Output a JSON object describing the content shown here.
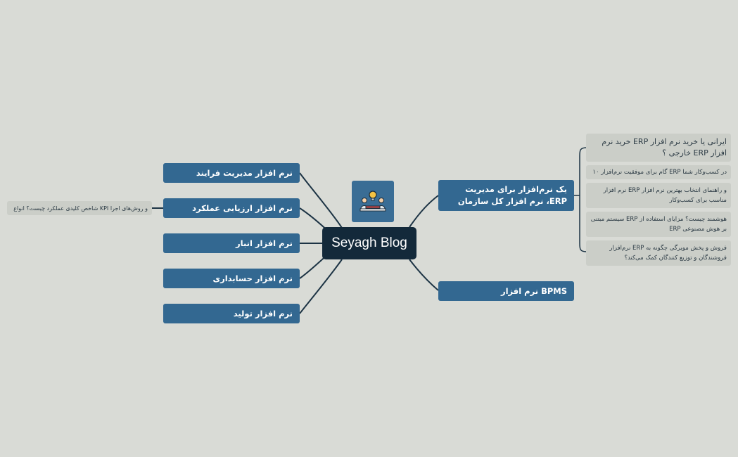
{
  "center": {
    "title": "Seyagh Blog",
    "icon": "team-idea-icon"
  },
  "left_branches": [
    {
      "label": "نرم افزار مدیریت فرایند"
    },
    {
      "label": "نرم افزار ارزیابی عملکرد",
      "child": "و روش‌های اجرا KPI شاخص کلیدی عملکرد چیست؟ انواع"
    },
    {
      "label": "نرم افزار انبار"
    },
    {
      "label": "نرم افزار حسابداری"
    },
    {
      "label": "نرم افزار تولید"
    }
  ],
  "right_branches": [
    {
      "label": "یک نرم‌افزار برای مدیریت  ERP، نرم افزار کل سازمان",
      "children": [
        "ایرانی یا خرید نرم افزار ERP خرید نرم افزار ERP خارجی ؟",
        "در کسب‌وکار شما ERP گام برای موفقیت نرم‌افزار ۱۰",
        "و راهنمای انتخاب بهترین نرم افزار ERP نرم افزار مناسب برای کسب‌وکار",
        "هوشمند چیست؟ مزایای استفاده از ERP سیستم مبتنی بر هوش مصنوعی ERP",
        "فروش و پخش مویرگی چگونه به ERP نرم‌افزار فروشندگان و توزیع کنندگان کمک می‌کند؟"
      ]
    },
    {
      "label": "BPMS نرم افزار"
    }
  ],
  "colors": {
    "background": "#d9dbd6",
    "center": "#13293a",
    "branch": "#336891",
    "leaf": "#cbcec8",
    "line": "#1c3344"
  }
}
